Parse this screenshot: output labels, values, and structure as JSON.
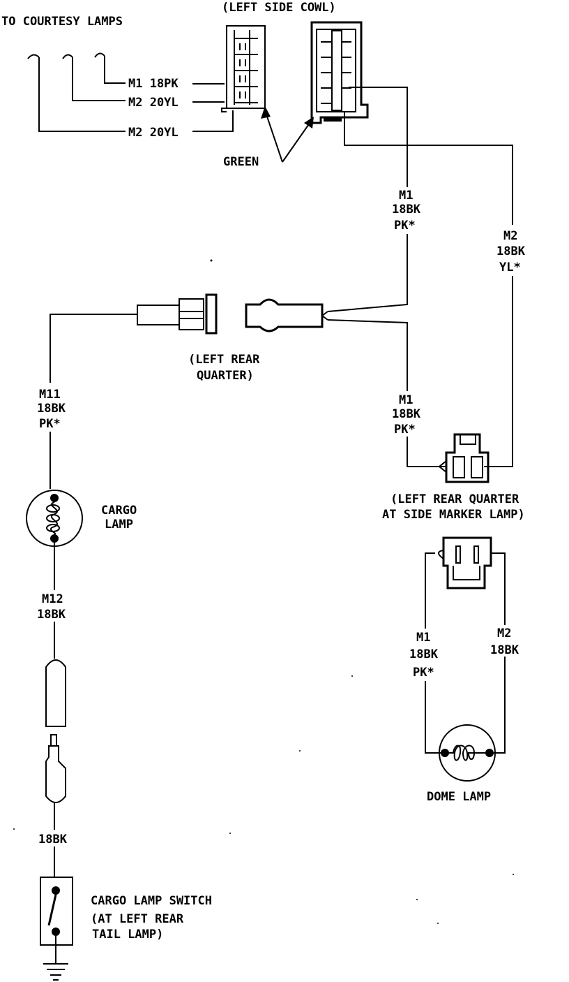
{
  "labels": {
    "to_courtesy_lamps": "TO COURTESY LAMPS",
    "left_side_cowl": "(LEFT SIDE COWL)",
    "green": "GREEN",
    "cowl_wire_1": "M1 18PK",
    "cowl_wire_2": "M2 20YL",
    "cowl_wire_3": "M2 20YL",
    "m1_cowl_code": "M1",
    "m1_cowl_gauge": "18BK",
    "m1_cowl_tracer": "PK*",
    "m2_cowl_code": "M2",
    "m2_cowl_gauge": "18BK",
    "m2_cowl_tracer": "YL*",
    "left_rear_quarter_1": "(LEFT REAR",
    "left_rear_quarter_2": "QUARTER)",
    "m11_code": "M11",
    "m11_gauge": "18BK",
    "m11_tracer": "PK*",
    "m1_marker_code": "M1",
    "m1_marker_gauge": "18BK",
    "m1_marker_tracer": "PK*",
    "marker_conn_1": "(LEFT REAR QUARTER",
    "marker_conn_2": "AT SIDE MARKER LAMP)",
    "cargo_lamp_1": "CARGO",
    "cargo_lamp_2": "LAMP",
    "m12_code": "M12",
    "m12_gauge": "18BK",
    "dome_m1_code": "M1",
    "dome_m1_gauge": "18BK",
    "dome_m1_tracer": "PK*",
    "dome_m2_code": "M2",
    "dome_m2_gauge": "18BK",
    "dome_lamp": "DOME LAMP",
    "switch_wire_gauge": "18BK",
    "cargo_switch_1": "CARGO LAMP SWITCH",
    "cargo_switch_2": "(AT LEFT REAR",
    "cargo_switch_3": "TAIL LAMP)"
  }
}
